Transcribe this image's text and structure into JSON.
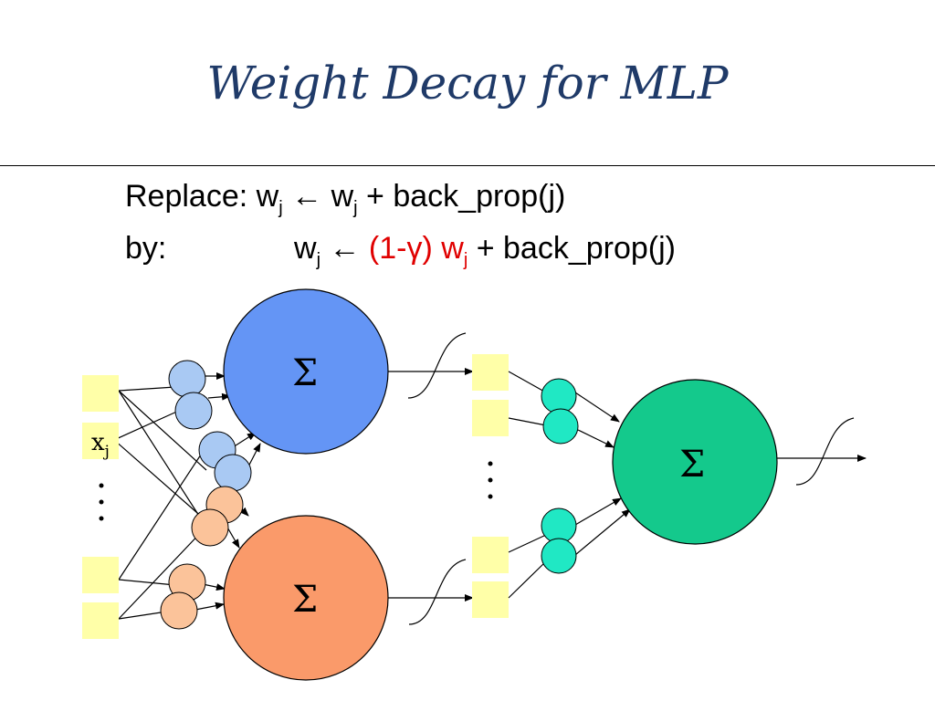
{
  "title": "Weight Decay for MLP",
  "rule1": {
    "label": "Replace:",
    "lhs_w": "w",
    "lhs_sub": "j",
    "arrow": "←",
    "rhs_w": "w",
    "rhs_sub": "j",
    "rest": "+ back_prop(j)"
  },
  "rule2": {
    "label": "by:",
    "lhs_w": "w",
    "lhs_sub": "j",
    "arrow": "←",
    "decay": "(1-γ) w",
    "decay_sub": "j",
    "rest": "+ back_prop(j)"
  },
  "diagram": {
    "sum_symbol": "Σ",
    "input_label": "x",
    "input_sub": "j",
    "colors": {
      "neuron_blue": "#6495f5",
      "neuron_orange": "#fa9a6a",
      "neuron_green": "#14c98c",
      "weight_blue": "#a9c9f3",
      "weight_orange": "#fbc39a",
      "weight_teal": "#20e8c4",
      "input_box": "#ffffa8"
    }
  }
}
